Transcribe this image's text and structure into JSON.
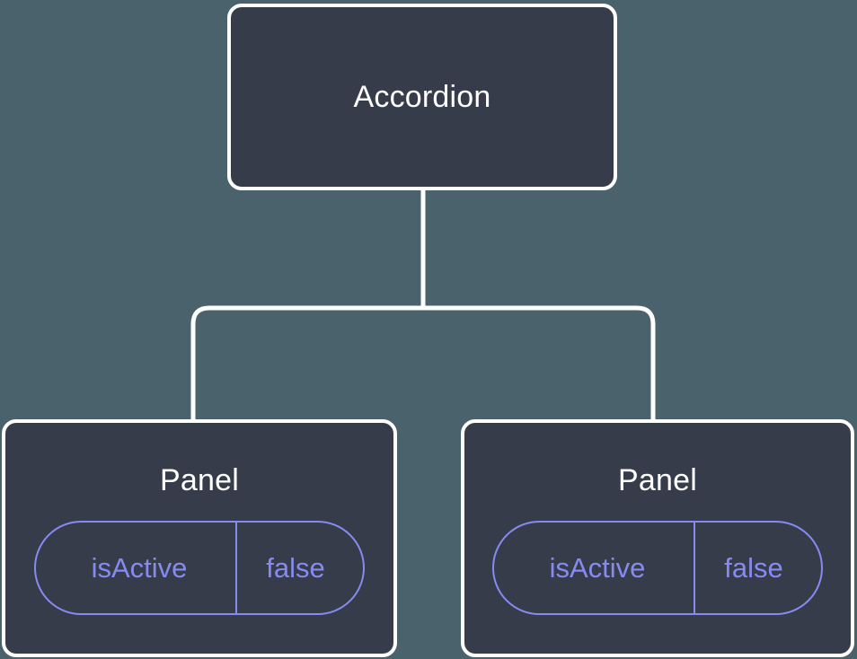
{
  "diagram": {
    "type": "component-tree",
    "background_color": "#4a626b",
    "node_fill_color": "#373c4b",
    "node_border_color": "#ffffff",
    "edge_color": "#ffffff",
    "prop_accent_color": "#868bf0",
    "nodes": [
      {
        "id": "accordion",
        "title": "Accordion",
        "props": []
      },
      {
        "id": "panel-left",
        "title": "Panel",
        "props": [
          {
            "key": "isActive",
            "value": "false"
          }
        ]
      },
      {
        "id": "panel-right",
        "title": "Panel",
        "props": [
          {
            "key": "isActive",
            "value": "false"
          }
        ]
      }
    ],
    "edges": [
      {
        "from": "accordion",
        "to": "panel-left"
      },
      {
        "from": "accordion",
        "to": "panel-right"
      }
    ]
  }
}
